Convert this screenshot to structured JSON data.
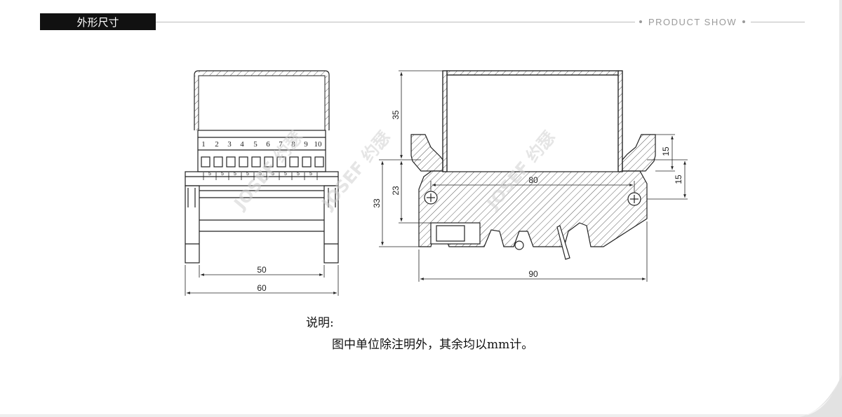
{
  "header": {
    "section_title": "外形尺寸",
    "tagline": "PRODUCT SHOW"
  },
  "watermark": {
    "brand": "JOSEF 约瑟"
  },
  "drawing": {
    "terminal_numbers": [
      "1",
      "2",
      "3",
      "4",
      "5",
      "6",
      "7",
      "8",
      "9",
      "10"
    ],
    "pitch_label": "5",
    "front_view": {
      "inner_width": "50",
      "outer_width": "60"
    },
    "side_view": {
      "height_top": "35",
      "height_mid": "23",
      "height_base": "33",
      "clip_height": "15",
      "rail_height": "15",
      "inner_length": "80",
      "total_length": "90"
    }
  },
  "note": {
    "label": "说明:",
    "text": "图中单位除注明外，其余均以mm计。"
  },
  "colors": {
    "tab_bg": "#111111",
    "line": "#222222",
    "grey_text": "#9a9a9a"
  }
}
